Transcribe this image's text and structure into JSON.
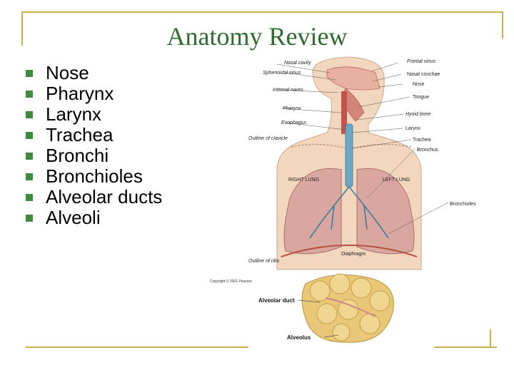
{
  "slide": {
    "title": "Anatomy Review"
  },
  "bullets": [
    "Nose",
    "Pharynx",
    "Larynx",
    "Trachea",
    "Bronchi",
    "Bronchioles",
    "Alveolar ducts",
    "Alveoli"
  ],
  "figure": {
    "labels_left": [
      "Nasal cavity",
      "Sphenoidal sinus",
      "Internal nares",
      "Pharynx",
      "Esophagus",
      "Outline of clavicle",
      "RIGHT LUNG",
      "Outline of ribs"
    ],
    "labels_right": [
      "Frontal sinus",
      "Nasal conchae",
      "Nose",
      "Tongue",
      "Hyoid bone",
      "Larynx",
      "Trachea",
      "Bronchus",
      "LEFT LUNG",
      "Bronchioles",
      "Diaphragm"
    ],
    "copyright": "Copyright © 2001 Pearson",
    "alveolar_duct": "Alveolar duct",
    "alveolus": "Alveolus"
  },
  "colors": {
    "title": "#2f6b2f",
    "bullet": "#3f8a3f",
    "frame": "#c8b24a"
  }
}
